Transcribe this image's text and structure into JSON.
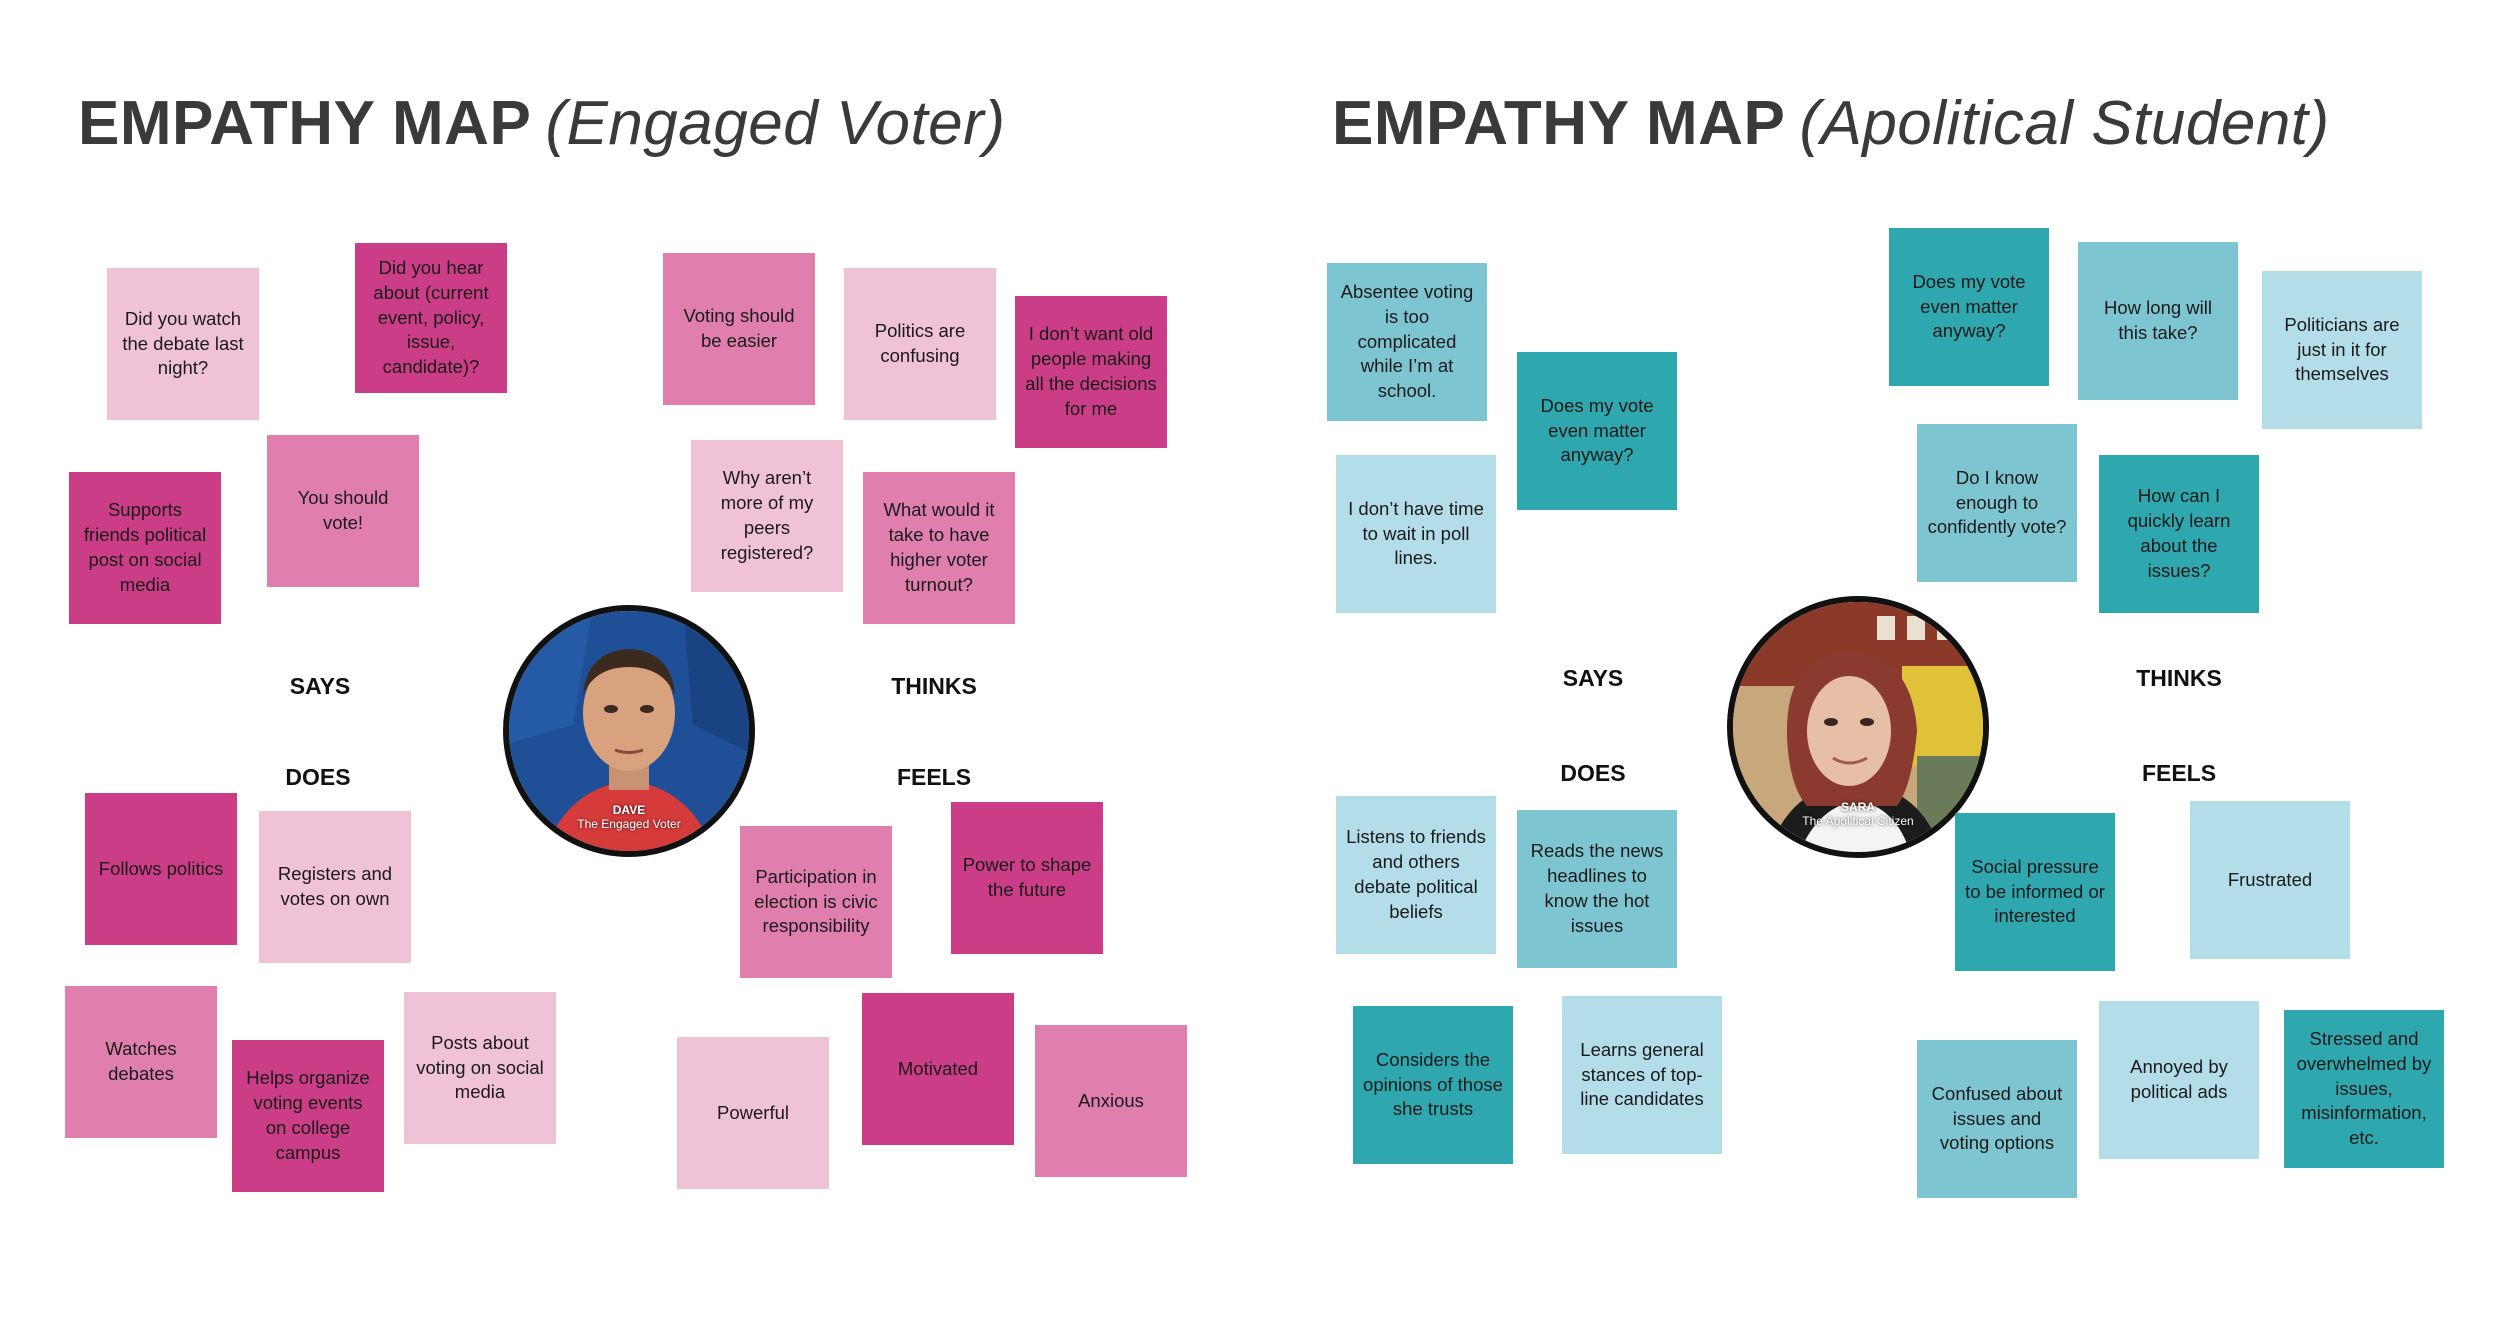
{
  "colors": {
    "pink_light": "#efc2d6",
    "pink_mid": "#e07fae",
    "pink_dark": "#cc3d88",
    "teal_light": "#b3dde9",
    "teal_mid": "#7dc6d1",
    "teal_dark": "#2ea7af"
  },
  "left": {
    "title": "EMPATHY MAP",
    "subtitle": "(Engaged Voter)",
    "labels": {
      "says": "SAYS",
      "thinks": "THINKS",
      "does": "DOES",
      "feels": "FEELS"
    },
    "avatar": {
      "name": "DAVE",
      "role": "The Engaged Voter"
    },
    "notes": [
      {
        "text": "Did you watch the debate last night?",
        "color": "light"
      },
      {
        "text": "Did you hear about (current event, policy, issue, candidate)?",
        "color": "dark"
      },
      {
        "text": "Voting should be easier",
        "color": "mid"
      },
      {
        "text": "Politics are confusing",
        "color": "light"
      },
      {
        "text": "I don’t want old people making all the decisions for me",
        "color": "dark"
      },
      {
        "text": "Supports friends political post on social media",
        "color": "dark"
      },
      {
        "text": "You should vote!",
        "color": "mid"
      },
      {
        "text": "Why aren’t more of my peers registered?",
        "color": "light"
      },
      {
        "text": "What would it take to have higher voter turnout?",
        "color": "mid"
      },
      {
        "text": "Follows politics",
        "color": "dark"
      },
      {
        "text": "Registers and votes on own",
        "color": "light"
      },
      {
        "text": "Participation in election is civic responsibility",
        "color": "mid"
      },
      {
        "text": "Power to shape the future",
        "color": "dark"
      },
      {
        "text": "Watches debates",
        "color": "mid"
      },
      {
        "text": "Helps organize voting events on college campus",
        "color": "dark"
      },
      {
        "text": "Posts about voting on social media",
        "color": "light"
      },
      {
        "text": "Powerful",
        "color": "light"
      },
      {
        "text": "Motivated",
        "color": "dark"
      },
      {
        "text": "Anxious",
        "color": "mid"
      }
    ]
  },
  "right": {
    "title": "EMPATHY MAP",
    "subtitle": "(Apolitical Student)",
    "labels": {
      "says": "SAYS",
      "thinks": "THINKS",
      "does": "DOES",
      "feels": "FEELS"
    },
    "avatar": {
      "name": "SARA",
      "role": "The Apolitical Citizen"
    },
    "notes": [
      {
        "text": "Absentee voting is too complicated while I’m at school.",
        "color": "mid"
      },
      {
        "text": "Does my vote even matter anyway?",
        "color": "dark"
      },
      {
        "text": "I don’t have time to wait in poll lines.",
        "color": "light"
      },
      {
        "text": "Does my vote even matter anyway?",
        "color": "dark"
      },
      {
        "text": "How long will this take?",
        "color": "mid"
      },
      {
        "text": "Politicians are just in it for themselves",
        "color": "light"
      },
      {
        "text": "Do I know enough to confidently vote?",
        "color": "mid"
      },
      {
        "text": "How can I quickly learn about the issues?",
        "color": "dark"
      },
      {
        "text": "Listens to friends and others debate political beliefs",
        "color": "light"
      },
      {
        "text": "Reads the news headlines to know the hot issues",
        "color": "mid"
      },
      {
        "text": "Social pressure to be informed or interested",
        "color": "dark"
      },
      {
        "text": "Frustrated",
        "color": "light"
      },
      {
        "text": "Considers the opinions of those she trusts",
        "color": "dark"
      },
      {
        "text": "Learns general stances of top-line candidates",
        "color": "light"
      },
      {
        "text": "Confused about issues and voting options",
        "color": "mid"
      },
      {
        "text": "Annoyed by political ads",
        "color": "light"
      },
      {
        "text": "Stressed and overwhelmed by issues, misinformation, etc.",
        "color": "dark"
      }
    ]
  }
}
